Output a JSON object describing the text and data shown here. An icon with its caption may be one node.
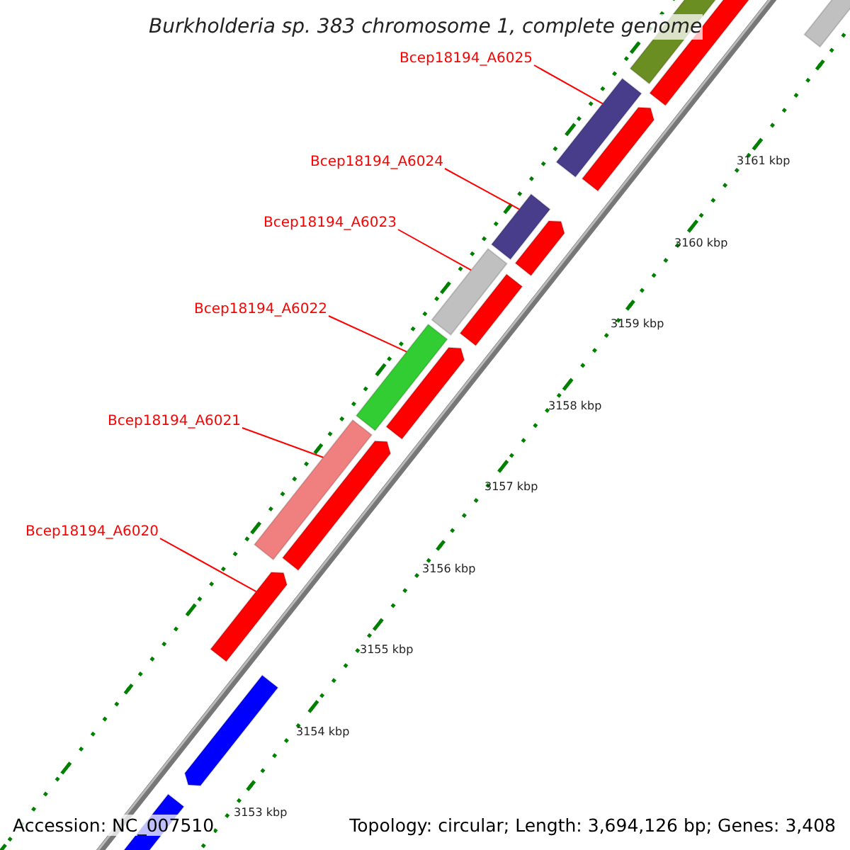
{
  "diagram": {
    "title": "Burkholderia sp. 383 chromosome 1, complete genome",
    "nodes": [
      {
        "text": [
          "Bcep18194_A6025"
        ]
      },
      {
        "text": [
          "Bcep18194_A6024"
        ]
      },
      {
        "text": [
          "Bcep18194_A6023"
        ]
      },
      {
        "text": [
          "Bcep18194_A6022"
        ]
      },
      {
        "text": [
          "Bcep18194_A6021"
        ]
      },
      {
        "text": [
          "Bcep18194_A6020"
        ]
      },
      {
        "text": [],
        "shape": "bar"
      },
      {
        "text": [],
        "shape": "bar"
      },
      {
        "text": [],
        "shape": "bar"
      },
      {
        "text": [],
        "shape": "bar"
      },
      {
        "text": [],
        "shape": "bar"
      },
      {
        "text": [],
        "shape": "bar"
      }
    ],
    "edges": [
      {
        "from": 0,
        "to": 6,
        "arrow": "none"
      },
      {
        "from": 1,
        "to": 7,
        "arrow": "none"
      },
      {
        "from": 2,
        "to": 8,
        "arrow": "none"
      },
      {
        "from": 3,
        "to": 9,
        "arrow": "none"
      },
      {
        "from": 4,
        "to": 10,
        "arrow": "none"
      },
      {
        "from": 5,
        "to": 11,
        "arrow": "none"
      }
    ],
    "labels": [
      "3161 kbp",
      "3160 kbp",
      "3159 kbp",
      "3158 kbp",
      "3157 kbp",
      "3156 kbp",
      "3155 kbp",
      "3154 kbp",
      "3153 kbp",
      "Accession: NC_007510",
      "Topology: circular; Length: 3,694,126 bp; Genes: 3,408"
    ]
  }
}
